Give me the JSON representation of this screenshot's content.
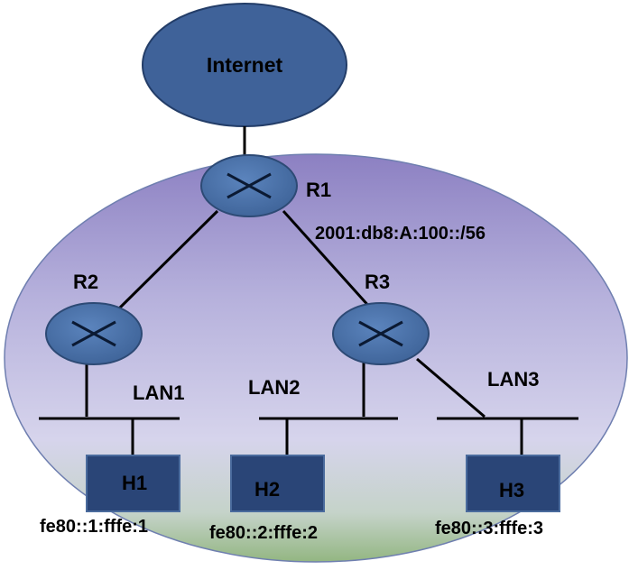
{
  "cloud_label": "Internet",
  "routers": {
    "r1": {
      "label": "R1"
    },
    "r2": {
      "label": "R2"
    },
    "r3": {
      "label": "R3"
    }
  },
  "prefix_label": "2001:db8:A:100::/56",
  "lans": {
    "lan1": "LAN1",
    "lan2": "LAN2",
    "lan3": "LAN3"
  },
  "hosts": [
    {
      "id": "h1",
      "label": "H1",
      "address": "fe80::1:fffe:1"
    },
    {
      "id": "h2",
      "label": "H2",
      "address": "fe80::2:fffe:2"
    },
    {
      "id": "h3",
      "label": "H3",
      "address": "fe80::3:fffe:3"
    }
  ],
  "colors": {
    "router_fill": "#4a6fa5",
    "router_stroke": "#2d4a75",
    "host_fill": "#2a4577",
    "site_top": "#8a7fc0",
    "site_bottom": "#9fbf8a"
  }
}
